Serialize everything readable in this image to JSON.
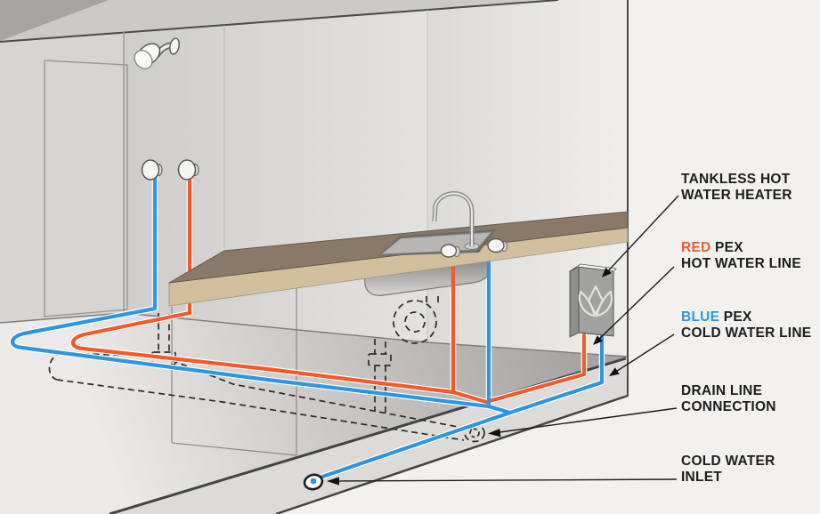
{
  "colors": {
    "hot": "#F15A29",
    "cold": "#2E96E0",
    "pipe_casing": "#FFFFFF",
    "countertop": "#8A7868",
    "counter_edge": "#D2BF9E",
    "wall": "#D6D5D4",
    "label_text": "#1D1D1D"
  },
  "icons": {
    "heater_logo": "tulip-flame-icon",
    "drain_fitting": "dashed-circle-fitting",
    "inlet_fitting": "pipe-stub-ellipse"
  },
  "labels": {
    "tankless": {
      "line1": "TANKLESS HOT",
      "line2": "WATER HEATER"
    },
    "red_pex": {
      "highlight": "RED",
      "rest": "PEX",
      "line2": "HOT WATER LINE"
    },
    "blue_pex": {
      "highlight": "BLUE",
      "rest": "PEX",
      "line2": "COLD WATER LINE"
    },
    "drain": {
      "line1": "DRAIN LINE",
      "line2": "CONNECTION"
    },
    "inlet": {
      "line1": "COLD WATER",
      "line2": "INLET"
    }
  }
}
